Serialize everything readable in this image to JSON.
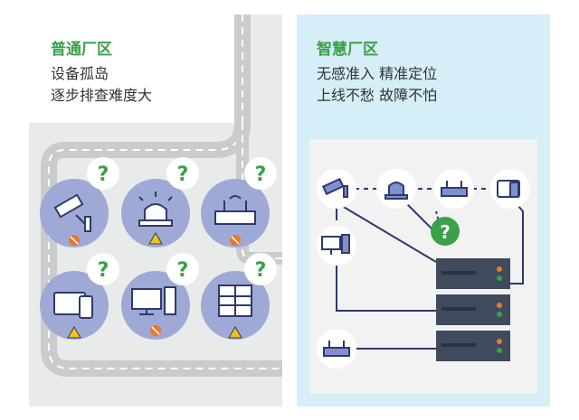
{
  "left": {
    "title": "普通厂区",
    "line1": "设备孤岛",
    "line2": "逐步排查难度大",
    "question_mark": "?"
  },
  "right": {
    "title": "智慧厂区",
    "line1": "无感准入  精准定位",
    "line2": "上线不愁  故障不怕",
    "question_mark": "?"
  },
  "colors": {
    "green_accent": "#3aa04a",
    "device_circle": "#9ea9d5",
    "navy": "#2d3a6c",
    "warning_yellow": "#f1c40f",
    "block_orange": "#e8792a",
    "right_bg": "#d6eef8",
    "left_bg": "#e9eaea"
  },
  "left_devices": [
    {
      "icon": "camera-icon",
      "status": "blocked-icon"
    },
    {
      "icon": "alarm-light-icon",
      "status": "warning-icon"
    },
    {
      "icon": "router-icon",
      "status": "blocked-icon"
    },
    {
      "icon": "tablet-phone-icon",
      "status": "warning-icon"
    },
    {
      "icon": "desktop-computer-icon",
      "status": "blocked-icon"
    },
    {
      "icon": "server-cabinet-icon",
      "status": "warning-icon"
    }
  ],
  "right_devices": [
    "camera-icon",
    "alarm-light-icon",
    "router-icon",
    "tablet-phone-icon",
    "desktop-computer-icon",
    "router-icon",
    "server-rack-icon"
  ]
}
